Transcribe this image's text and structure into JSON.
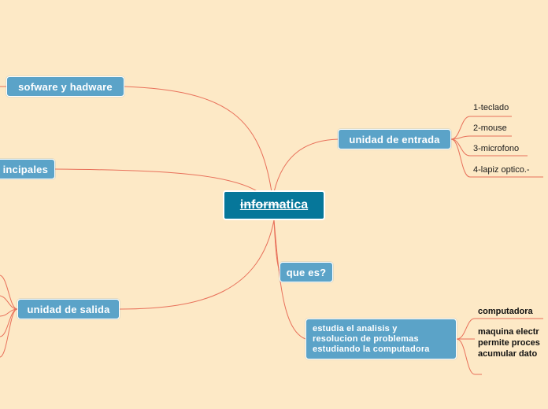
{
  "central": {
    "label_strike": "informa",
    "label_rest": "tica"
  },
  "nodes": {
    "sofware": "sofware y hadware",
    "principales": "incipales",
    "entrada": "unidad de entrada",
    "salida": "unidad de salida",
    "que_es": "que es?",
    "estudia_line1": "estudia el analisis y",
    "estudia_line2": "resolucion de problemas",
    "estudia_line3": "estudiando la computadora"
  },
  "entrada_items": [
    "1-teclado",
    "2-mouse",
    "3-microfono",
    "4-lapiz optico.-"
  ],
  "estudia_items": {
    "computadora": "computadora",
    "maquina_line1": "maquina electr",
    "maquina_line2": "permite proces",
    "maquina_line3": "acumular dato"
  },
  "colors": {
    "background": "#fde9c6",
    "node": "#5ba3c8",
    "central": "#06779a",
    "link": "#e8705a"
  }
}
